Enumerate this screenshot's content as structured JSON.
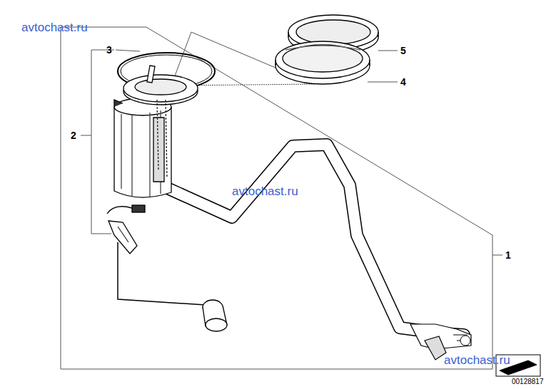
{
  "diagram": {
    "labels": [
      "avtochast.ru",
      "3",
      "5",
      "2",
      "4",
      "avtochast.ru",
      "1",
      "avtochast.ru",
      "00128817"
    ]
  }
}
